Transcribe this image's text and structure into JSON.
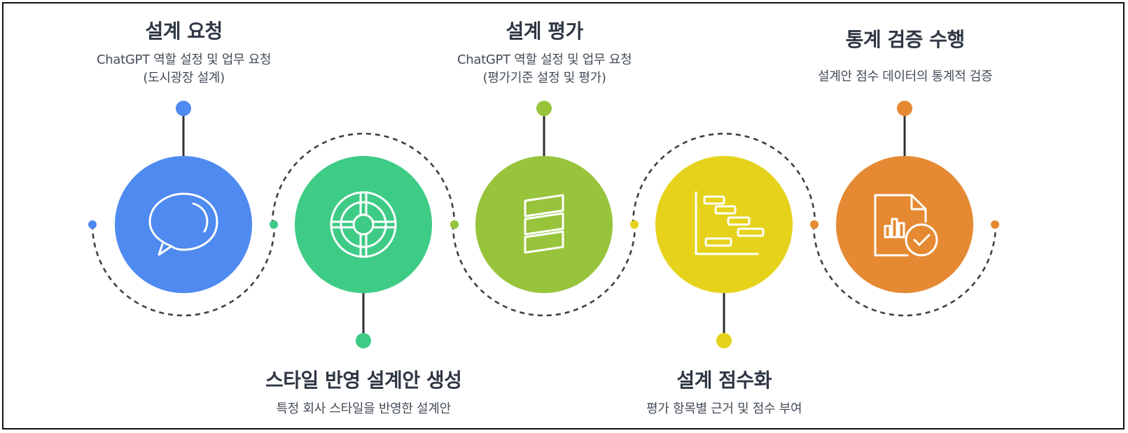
{
  "colors": {
    "step1": "#4e8af0",
    "step2": "#3ecb86",
    "step3": "#97c43b",
    "step4": "#e6d21b",
    "step5": "#e58a32",
    "connector": "#404040",
    "stroke": "#ffffff"
  },
  "steps": [
    {
      "title": "설계 요청",
      "desc_lines": [
        "ChatGPT 역할 설정 및 업무 요청",
        "(도시광장 설계)"
      ],
      "icon": "speech-bubble-icon"
    },
    {
      "title": "스타일 반영 설계안 생성",
      "desc_lines": [
        "특정 회사 스타일을 반영한 설계안"
      ],
      "icon": "target-wheel-icon"
    },
    {
      "title": "설계 평가",
      "desc_lines": [
        "ChatGPT 역할 설정 및 업무 요청",
        "(평가기준 설정 및 평가)"
      ],
      "icon": "stacked-layers-icon"
    },
    {
      "title": "설계 점수화",
      "desc_lines": [
        "평가 항목별 근거 및 점수 부여"
      ],
      "icon": "gantt-chart-icon"
    },
    {
      "title": "통계 검증 수행",
      "desc_lines": [
        "설계안 점수 데이터의 통계적 검증"
      ],
      "icon": "verified-report-icon"
    }
  ]
}
